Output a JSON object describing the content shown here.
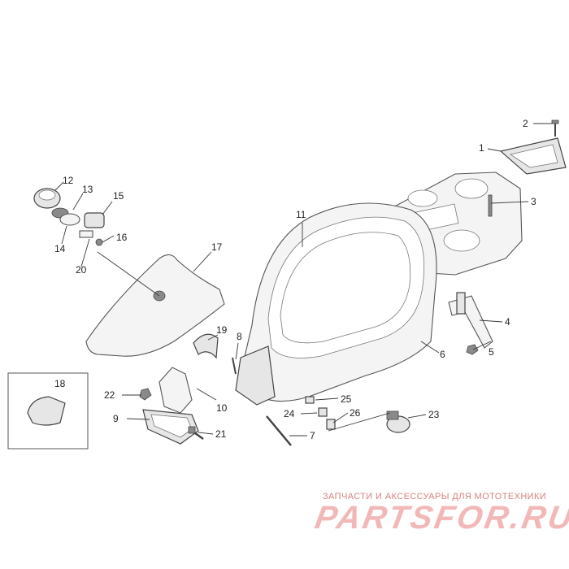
{
  "diagram": {
    "parts": [
      {
        "id": "p1",
        "num": "1"
      },
      {
        "id": "p2",
        "num": "2"
      },
      {
        "id": "p3",
        "num": "3"
      },
      {
        "id": "p4",
        "num": "4"
      },
      {
        "id": "p5",
        "num": "5"
      },
      {
        "id": "p6",
        "num": "6"
      },
      {
        "id": "p7",
        "num": "7"
      },
      {
        "id": "p8",
        "num": "8"
      },
      {
        "id": "p9",
        "num": "9"
      },
      {
        "id": "p10",
        "num": "10"
      },
      {
        "id": "p11",
        "num": "11"
      },
      {
        "id": "p12",
        "num": "12"
      },
      {
        "id": "p13",
        "num": "13"
      },
      {
        "id": "p14",
        "num": "14"
      },
      {
        "id": "p15",
        "num": "15"
      },
      {
        "id": "p16",
        "num": "16"
      },
      {
        "id": "p17",
        "num": "17"
      },
      {
        "id": "p18",
        "num": "18"
      },
      {
        "id": "p19",
        "num": "19"
      },
      {
        "id": "p20",
        "num": "20"
      },
      {
        "id": "p21",
        "num": "21"
      },
      {
        "id": "p22",
        "num": "22"
      },
      {
        "id": "p23",
        "num": "23"
      },
      {
        "id": "p24",
        "num": "24"
      },
      {
        "id": "p25",
        "num": "25"
      },
      {
        "id": "p26",
        "num": "26"
      }
    ]
  },
  "watermark": {
    "subtitle": "ЗАПЧАСТИ И АКСЕССУАРЫ ДЛЯ МОТОТЕХНИКИ",
    "logo": "PARTSFOR.RU"
  }
}
